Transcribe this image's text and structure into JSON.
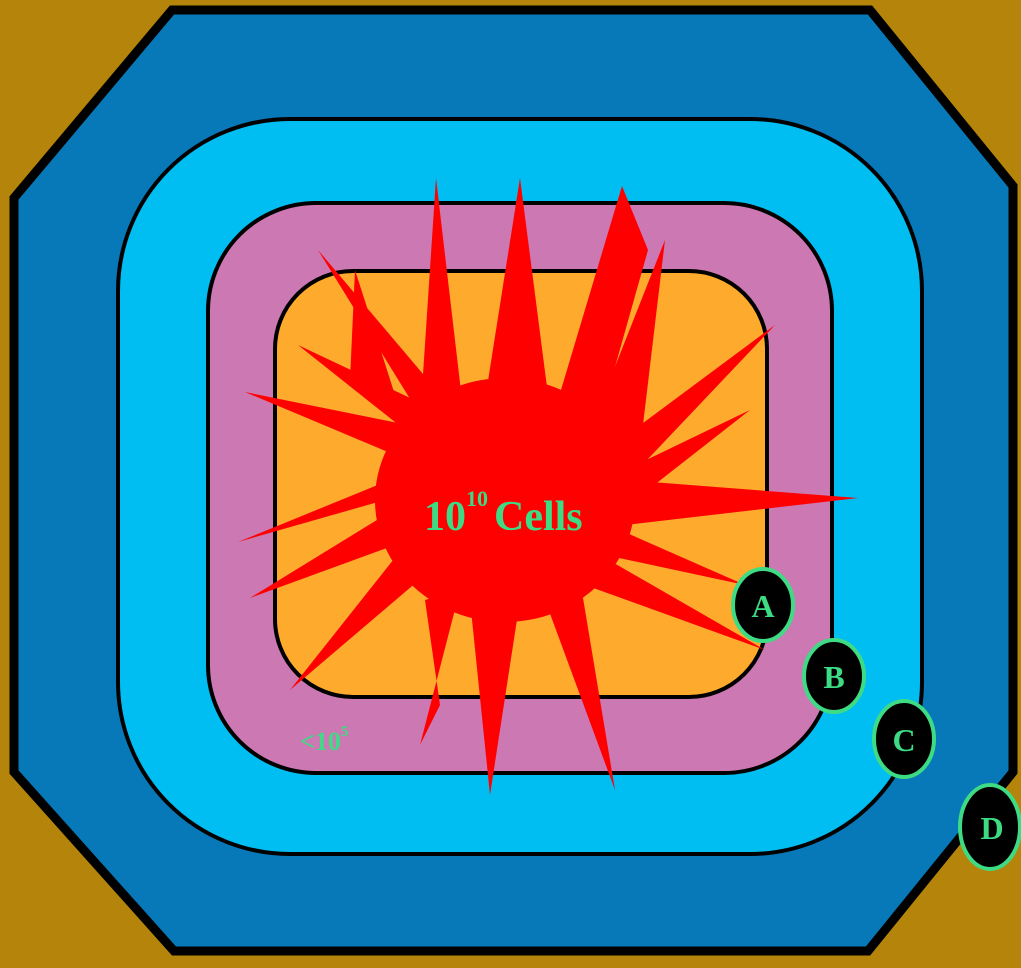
{
  "colors": {
    "background": "#b5840a",
    "outer_layer": "#0779b8",
    "second_layer": "#00bdf2",
    "third_layer": "#cc78b2",
    "core_layer": "#fdaa2d",
    "tumor": "#ff0000",
    "label_text": "#3ddc84",
    "marker_fill": "#000000",
    "marker_ring": "#3ddc84",
    "outline": "#000000"
  },
  "tumor_label": {
    "base": "10",
    "exponent": "10",
    "suffix": "Cells"
  },
  "margin_label": {
    "prefix": "<10",
    "exponent": "5"
  },
  "markers": [
    {
      "label": "A"
    },
    {
      "label": "B"
    },
    {
      "label": "C"
    },
    {
      "label": "D"
    }
  ]
}
